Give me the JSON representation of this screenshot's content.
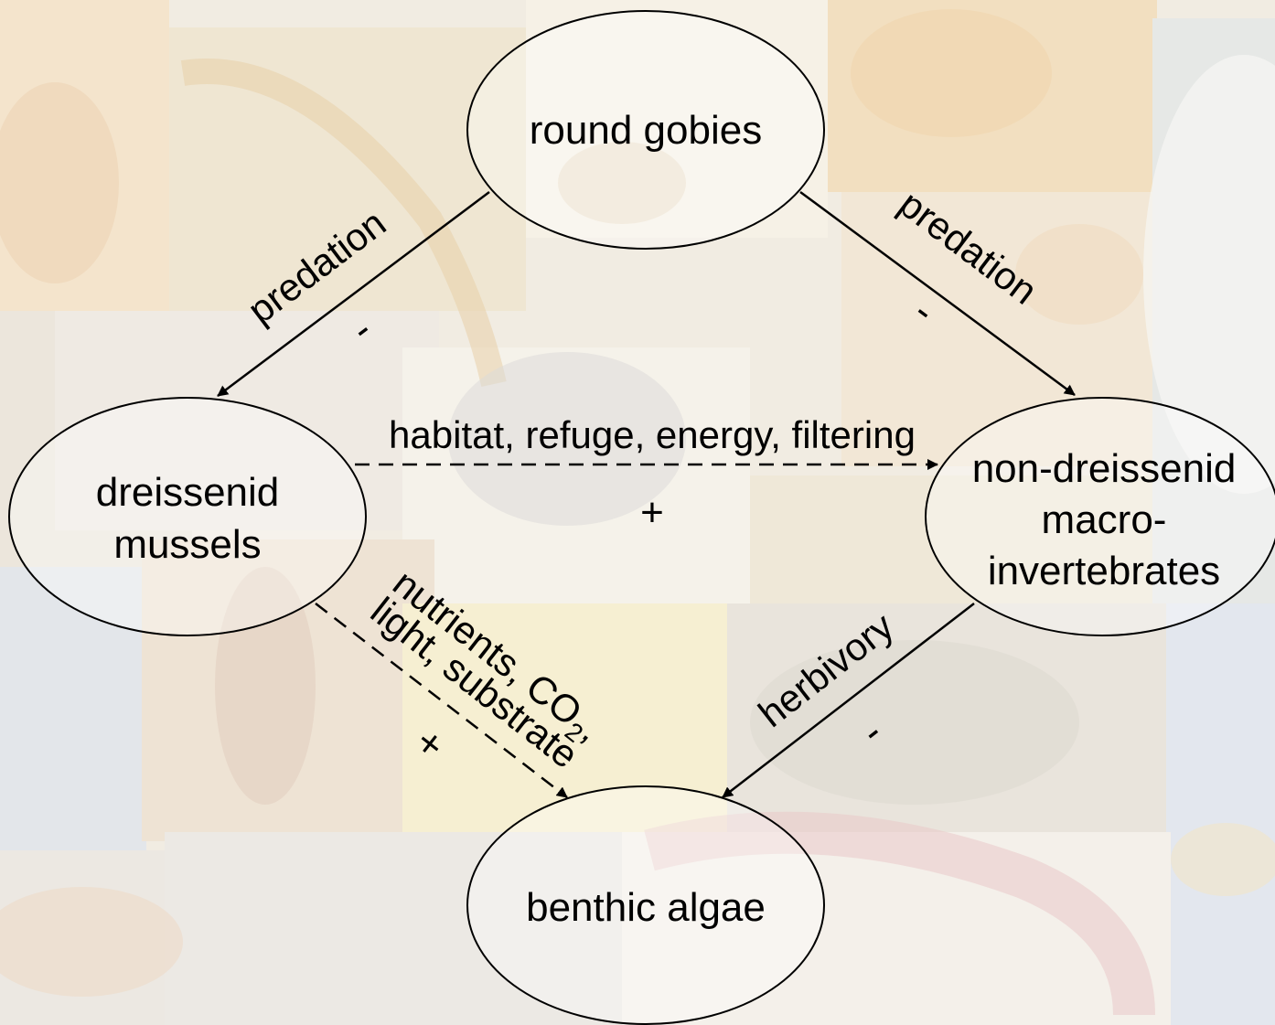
{
  "nodes": {
    "round_gobies": "round gobies",
    "dreissenid_line1": "dreissenid",
    "dreissenid_line2": "mussels",
    "nondreissenid_line1": "non-dreissenid",
    "nondreissenid_line2": "macro-",
    "nondreissenid_line3": "invertebrates",
    "benthic_algae": "benthic algae"
  },
  "edges": {
    "gobies_to_mussels": {
      "label": "predation",
      "sign": "-"
    },
    "gobies_to_macro": {
      "label": "predation",
      "sign": "-"
    },
    "mussels_to_macro": {
      "label": "habitat, refuge, energy, filtering",
      "sign": "+"
    },
    "mussels_to_algae": {
      "label_line1_prefix": "nutrients, CO",
      "label_line1_sub": "2",
      "label_line1_suffix": ",",
      "label_line2": "light, substrate",
      "sign": "+"
    },
    "macro_to_algae": {
      "label": "herbivory",
      "sign": "-"
    }
  },
  "colors": {
    "ink": "#000000",
    "ellipse_fill": "#ffffff"
  }
}
